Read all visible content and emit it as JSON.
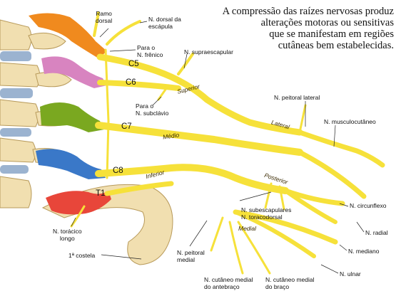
{
  "caption": [
    "A compressão das raízes nervosas produz",
    "alterações motoras ou sensitivas",
    "que se manifestam em regiões",
    "cutâneas bem estabelecidas."
  ],
  "roots": {
    "c5": "C5",
    "c6": "C6",
    "c7": "C7",
    "c8": "C8",
    "t1": "T1"
  },
  "trunks": {
    "superior": "Superior",
    "medio": "Médio",
    "inferior": "Inferior"
  },
  "cords": {
    "lateral": "Lateral",
    "posterior": "Posterior",
    "medial": "Medial"
  },
  "labels": {
    "ramo_dorsal": [
      "Ramo",
      "dorsal"
    ],
    "dorsal_escapula": [
      "N. dorsal da",
      "escápula"
    ],
    "frenico": [
      "Para o",
      "N. frênico"
    ],
    "supraescapular": "N. supraescapular",
    "subclavio": [
      "Para o",
      "N. subclávio"
    ],
    "peitoral_lateral": "N. peitoral lateral",
    "musculocutaneo": "N. musculocutâneo",
    "subescapulares": "N. subescapulares",
    "toracodorsal": "N. toracodorsal",
    "circunflexo": "N. circunflexo",
    "radial": "N. radial",
    "mediano": "N. mediano",
    "ulnar": "N. ulnar",
    "toracico_longo": [
      "N. torácico",
      "longo"
    ],
    "costela": "1ª costela",
    "peitoral_medial": [
      "N. peitoral",
      "medial"
    ],
    "cutaneo_antebraco": [
      "N. cutâneo medial",
      "do antebraço"
    ],
    "cutaneo_braco": [
      "N. cutâneo medial",
      "do braço"
    ]
  },
  "colors": {
    "nerve": "#f6e13a",
    "nerve_edge": "#c9a81a",
    "bone": "#f1dfb0",
    "bone_edge": "#b89a5a",
    "disc": "#8aa6c8",
    "c5": "#f08a1e",
    "c6": "#d884c0",
    "c7": "#7aa820",
    "c8": "#3a78c8",
    "t1": "#e8463a"
  }
}
